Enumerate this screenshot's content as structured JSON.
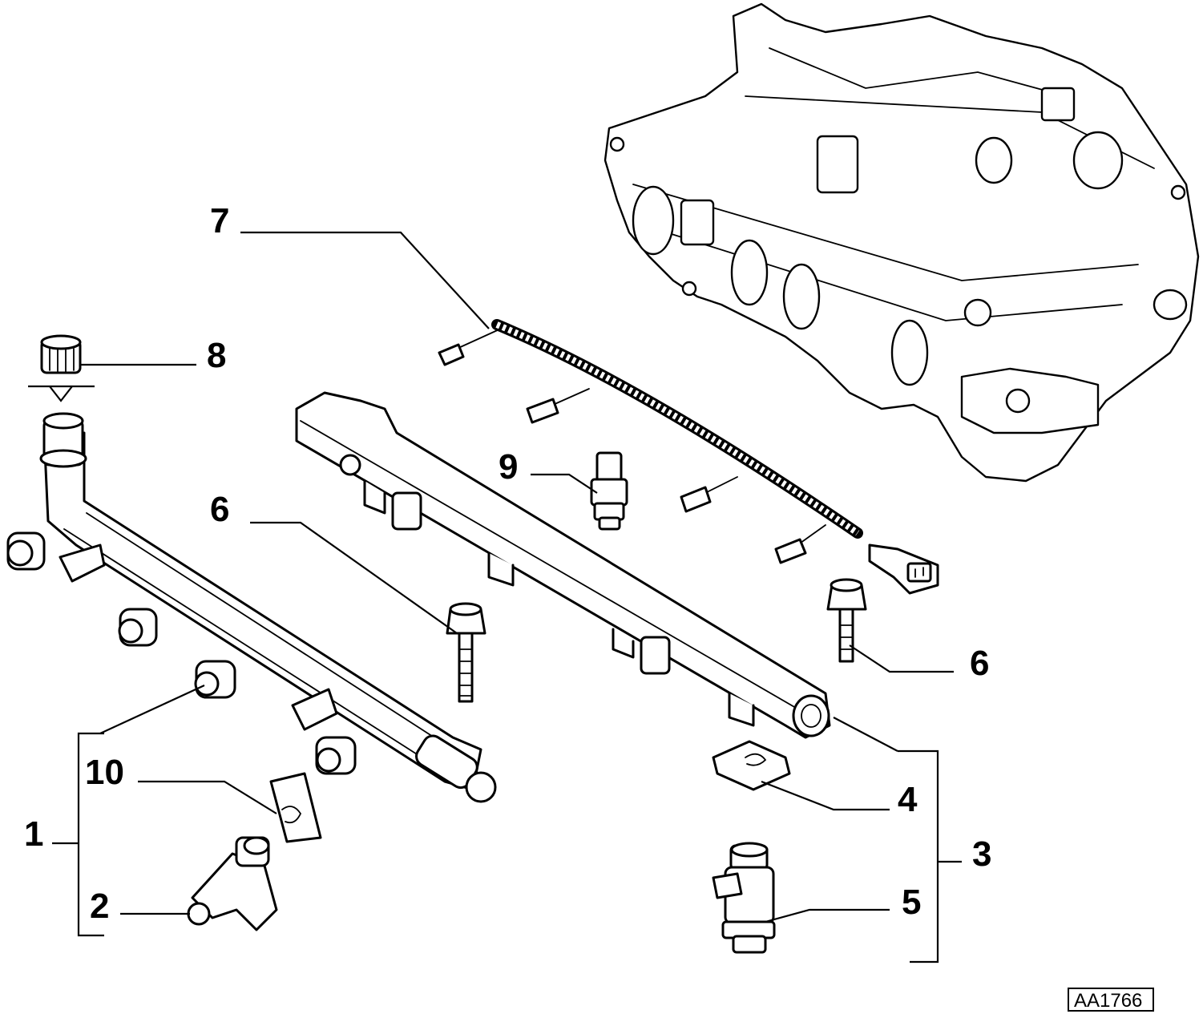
{
  "diagram": {
    "reference_code": "AA1766",
    "callouts": [
      {
        "id": "1",
        "label": "1"
      },
      {
        "id": "2",
        "label": "2"
      },
      {
        "id": "3",
        "label": "3"
      },
      {
        "id": "4",
        "label": "4"
      },
      {
        "id": "5",
        "label": "5"
      },
      {
        "id": "6a",
        "label": "6"
      },
      {
        "id": "6b",
        "label": "6"
      },
      {
        "id": "7",
        "label": "7"
      },
      {
        "id": "8",
        "label": "8"
      },
      {
        "id": "9",
        "label": "9"
      },
      {
        "id": "10",
        "label": "10"
      }
    ]
  }
}
